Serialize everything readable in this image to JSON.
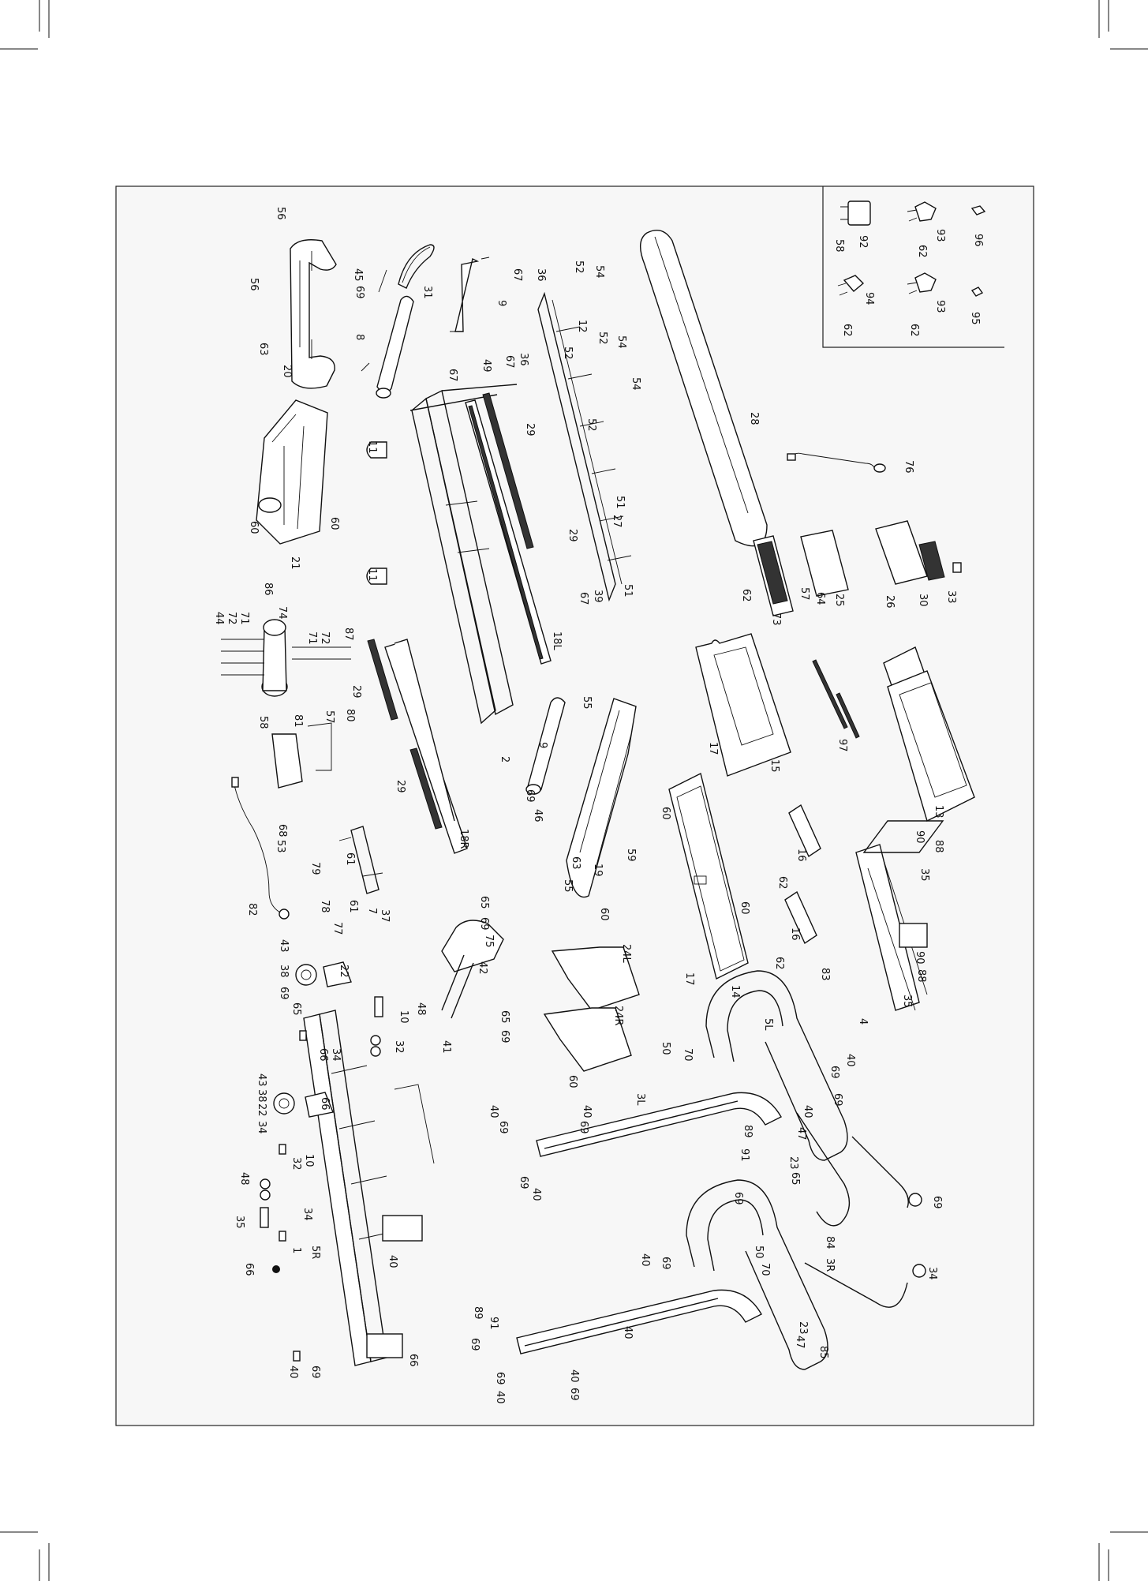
{
  "sheet": {
    "title": "Treadmill exploded parts diagram (rotated 90°)",
    "background": "#ffffff",
    "frame_fill": "#f7f7f7",
    "line_color": "#111111"
  },
  "inset_labels": [
    "58",
    "92",
    "93",
    "96",
    "62",
    "94",
    "62",
    "93",
    "95",
    "62"
  ],
  "part_labels": [
    "56",
    "56",
    "63",
    "20",
    "45",
    "69",
    "31",
    "8",
    "9",
    "67",
    "49",
    "67",
    "36",
    "52",
    "54",
    "12",
    "36",
    "67",
    "52",
    "52",
    "54",
    "54",
    "52",
    "11",
    "29",
    "51",
    "27",
    "51",
    "39",
    "67",
    "29",
    "18L",
    "28",
    "76",
    "60",
    "60",
    "21",
    "86",
    "11",
    "44",
    "72",
    "71",
    "74",
    "71",
    "72",
    "87",
    "29",
    "29",
    "2",
    "18R",
    "58",
    "81",
    "57",
    "80",
    "55",
    "9",
    "69",
    "46",
    "63",
    "19",
    "55",
    "59",
    "62",
    "73",
    "57",
    "64",
    "25",
    "26",
    "30",
    "33",
    "15",
    "97",
    "13",
    "68",
    "53",
    "79",
    "82",
    "61",
    "78",
    "61",
    "77",
    "7",
    "37",
    "17",
    "60",
    "60",
    "14",
    "17",
    "16",
    "62",
    "16",
    "62",
    "90",
    "88",
    "35",
    "90",
    "88",
    "35",
    "83",
    "4",
    "43",
    "38",
    "69",
    "65",
    "22",
    "65",
    "69",
    "42",
    "75",
    "65",
    "69",
    "41",
    "60",
    "24L",
    "24R",
    "60",
    "48",
    "10",
    "32",
    "34",
    "66",
    "5L",
    "50",
    "70",
    "40",
    "69",
    "3L",
    "40",
    "69",
    "40",
    "69",
    "69",
    "40",
    "91",
    "89",
    "47",
    "40",
    "69",
    "23",
    "65",
    "69",
    "38",
    "43",
    "22",
    "34",
    "66",
    "32",
    "10",
    "48",
    "35",
    "34",
    "66",
    "1",
    "5R",
    "40",
    "69",
    "50",
    "70",
    "40",
    "69",
    "84",
    "3R",
    "69",
    "40",
    "69",
    "40",
    "40",
    "69",
    "89",
    "91",
    "47",
    "23",
    "85",
    "34",
    "66",
    "40",
    "69"
  ]
}
